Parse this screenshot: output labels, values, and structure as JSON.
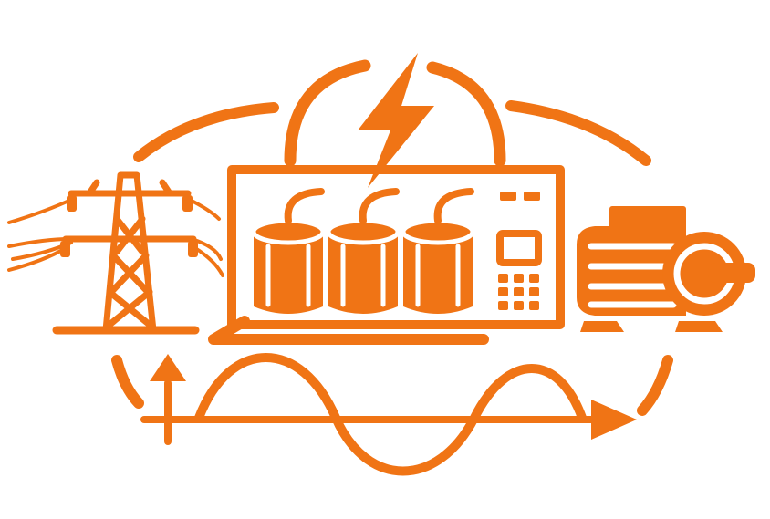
{
  "colors": {
    "accent": "#f07415",
    "background": "#ffffff"
  },
  "elements": {
    "circular_frame": "arc-ring",
    "top_arch": "arch",
    "lightning": "lightning-bolt-icon",
    "tower": "transmission-tower-icon",
    "capacitor_bank": "capacitor-bank-icon",
    "capacitor_count": 3,
    "controller": "control-panel-icon",
    "motor": "electric-motor-icon",
    "waveform": "sine-wave",
    "axis_up": "up-arrow",
    "axis_right": "right-arrow"
  }
}
